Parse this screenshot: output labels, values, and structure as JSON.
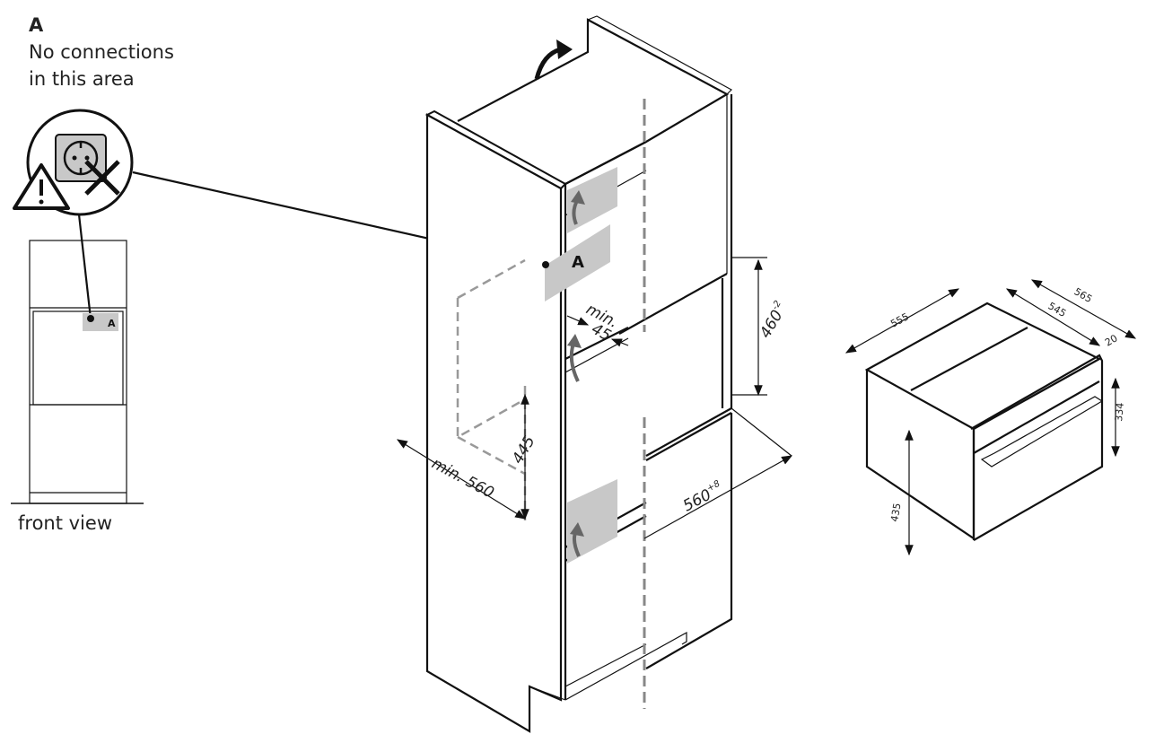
{
  "callout": {
    "letter": "A",
    "line1": "No connections",
    "line2": "in this area"
  },
  "front_view": {
    "label": "front view",
    "zone_letter": "A"
  },
  "cabinet": {
    "zone_letter": "A",
    "dim_min": "min.",
    "dim_45": "45",
    "dim_460": "460",
    "dim_460_tol": "-2",
    "dim_445": "445",
    "dim_min560": "min. 560",
    "dim_560": "560",
    "dim_560_tol": "+8"
  },
  "appliance": {
    "dim_555": "555",
    "dim_545": "545",
    "dim_565": "565",
    "dim_20": "20",
    "dim_334": "334",
    "dim_435": "435"
  },
  "colors": {
    "zone_gray": "#c8c8c8",
    "line": "#111111"
  }
}
